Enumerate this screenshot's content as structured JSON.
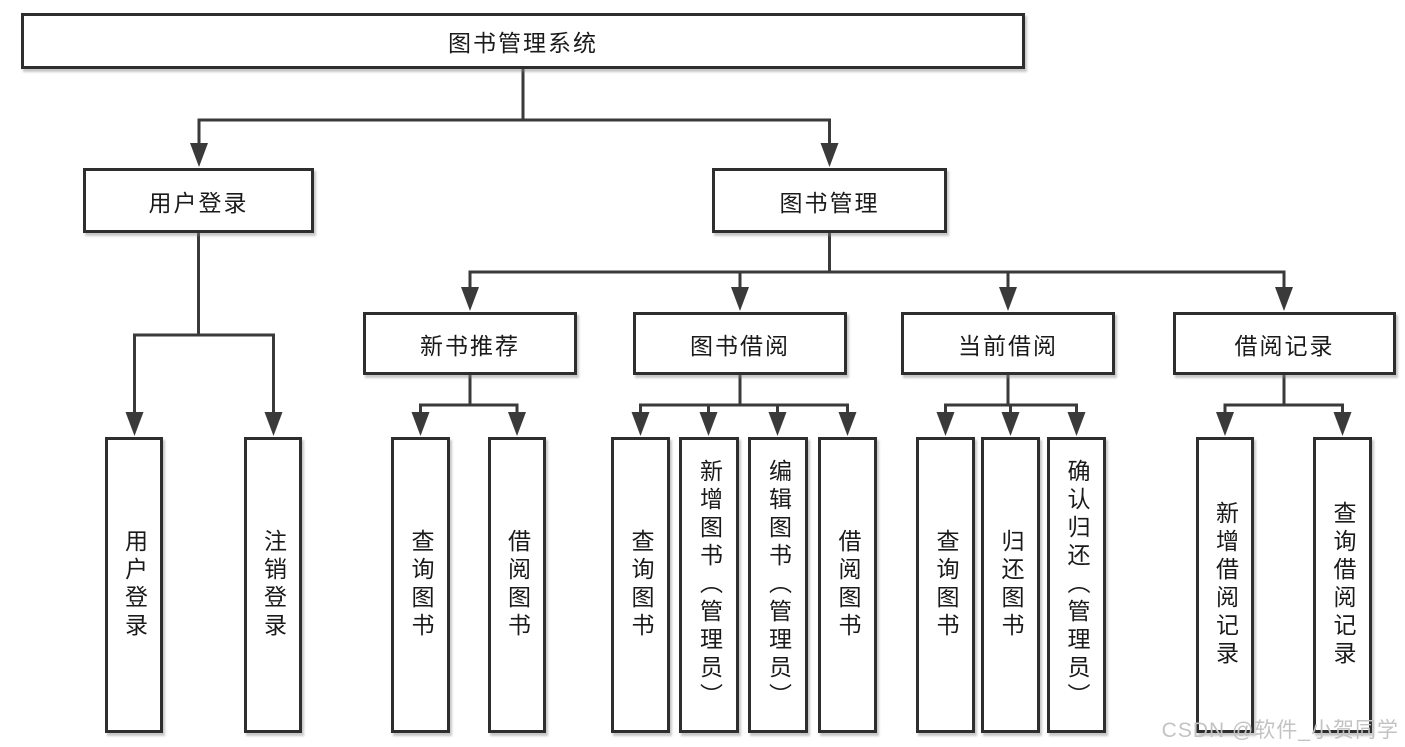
{
  "diagram": {
    "root": {
      "label": "图书管理系统"
    },
    "branches": [
      {
        "label": "用户登录",
        "children": [
          {
            "label": "用户登录"
          },
          {
            "label": "注销登录"
          }
        ]
      },
      {
        "label": "图书管理",
        "children": [
          {
            "label": "新书推荐",
            "children": [
              {
                "label": "查询图书"
              },
              {
                "label": "借阅图书"
              }
            ]
          },
          {
            "label": "图书借阅",
            "children": [
              {
                "label": "查询图书"
              },
              {
                "label": "新增图书（管理员）"
              },
              {
                "label": "编辑图书（管理员）"
              },
              {
                "label": "借阅图书"
              }
            ]
          },
          {
            "label": "当前借阅",
            "children": [
              {
                "label": "查询图书"
              },
              {
                "label": "归还图书"
              },
              {
                "label": "确认归还（管理员）"
              }
            ]
          },
          {
            "label": "借阅记录",
            "children": [
              {
                "label": "新增借阅记录"
              },
              {
                "label": "查询借阅记录"
              }
            ]
          }
        ]
      }
    ]
  },
  "watermark": {
    "text": "CSDN @软件_小贺同学"
  },
  "colors": {
    "line": "#3a3a3a",
    "border": "#2e2e2e",
    "text": "#1a1a1a",
    "background": "#ffffff",
    "watermark": "#c3c3c3"
  }
}
